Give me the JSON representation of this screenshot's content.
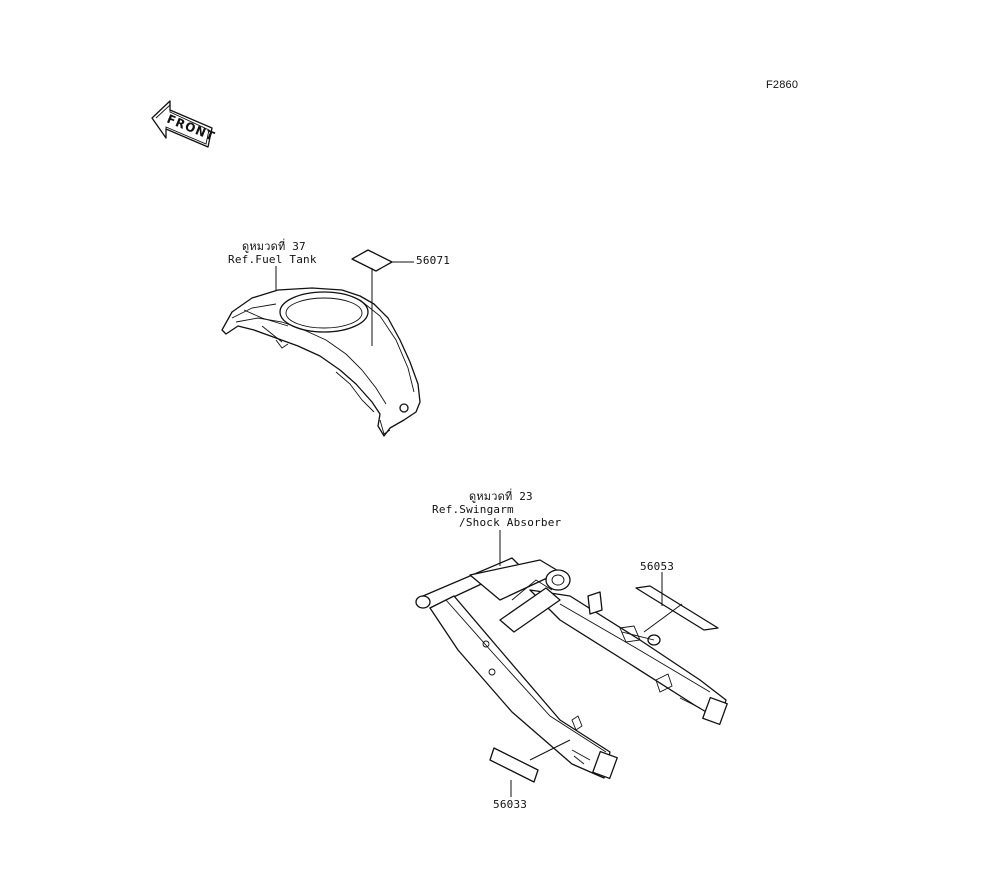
{
  "figure_id": "F2860",
  "front_indicator": {
    "text": "FRONT"
  },
  "groups": [
    {
      "ref_thai": "ดูหมวดที่ 37",
      "ref_line_1": "Ref.Fuel Tank",
      "parts": [
        {
          "number": "56071"
        }
      ]
    },
    {
      "ref_thai": "ดูหมวดที่ 23",
      "ref_line_1": "Ref.Swingarm",
      "ref_line_2": "/Shock Absorber",
      "parts": [
        {
          "number": "56053"
        },
        {
          "number": "56033"
        }
      ]
    }
  ]
}
